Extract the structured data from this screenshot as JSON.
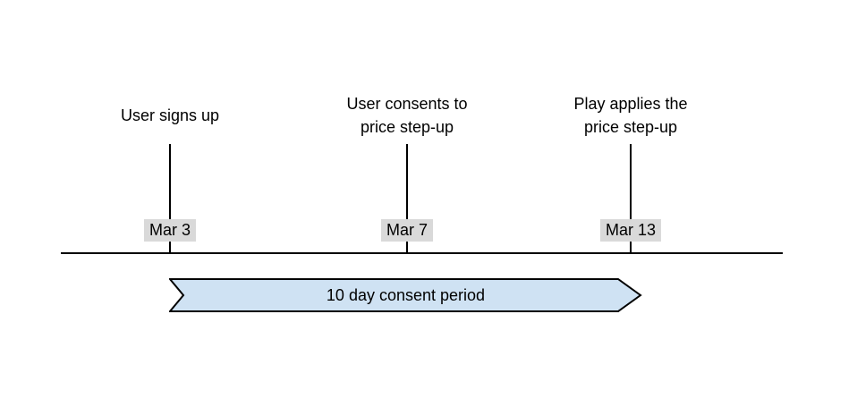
{
  "colors": {
    "background": "#ffffff",
    "line_color": "#000000",
    "text_color": "#000000",
    "date_label_bg": "#d9d9d9",
    "banner_fill": "#cfe2f3",
    "banner_stroke": "#000000"
  },
  "timeline": {
    "events": [
      {
        "title": "User signs up",
        "date": "Mar 3"
      },
      {
        "title": "User consents to\nprice step-up",
        "date": "Mar 7"
      },
      {
        "title": "Play applies the\nprice step-up",
        "date": "Mar 13"
      }
    ],
    "banner": {
      "label": "10 day consent period"
    }
  }
}
